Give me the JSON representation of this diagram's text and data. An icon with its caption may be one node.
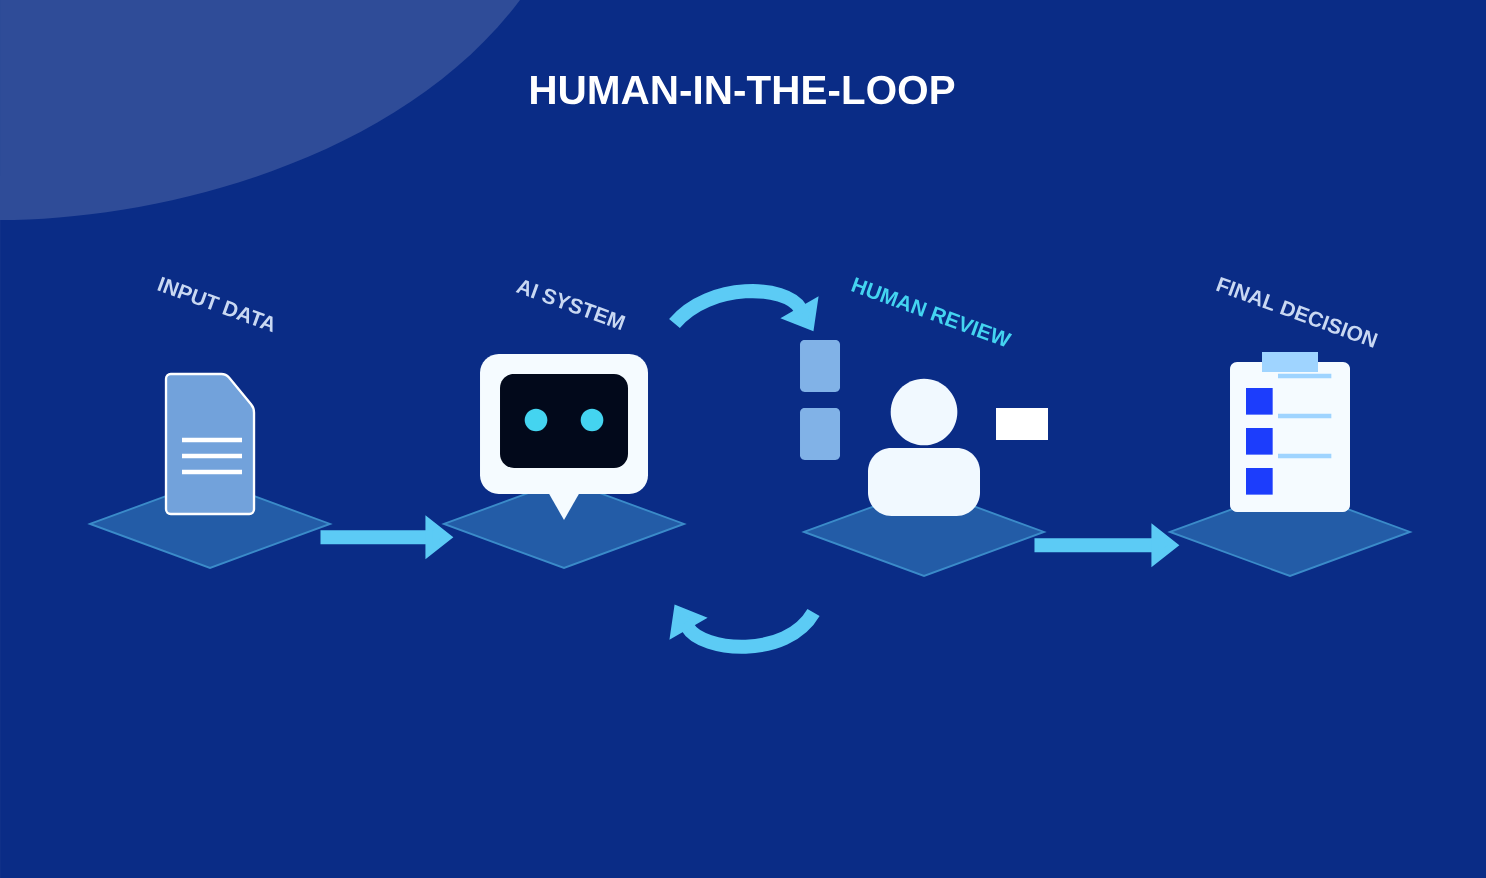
{
  "diagram": {
    "title": "HUMAN-IN-THE-LOOP",
    "nodes": [
      {
        "text": [
          "INPUT DATA"
        ]
      },
      {
        "text": [
          "AI SYSTEM"
        ]
      },
      {
        "text": [
          "HUMAN REVIEW"
        ]
      },
      {
        "text": [
          "FINAL DECISION"
        ]
      }
    ],
    "edges": [
      {
        "from": 0,
        "to": 1,
        "arrow": "to"
      },
      {
        "from": 1,
        "to": 2,
        "arrow": "to"
      },
      {
        "from": 2,
        "to": 1,
        "arrow": "to"
      },
      {
        "from": 2,
        "to": 3,
        "arrow": "to"
      }
    ]
  }
}
